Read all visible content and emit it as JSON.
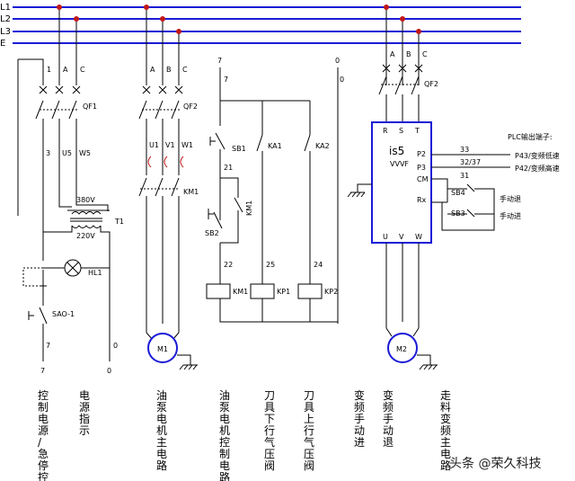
{
  "buses": [
    "L1",
    "L2",
    "L3",
    "E"
  ],
  "qf1": {
    "label": "QF1",
    "top_terms": [
      "1",
      "A",
      "C"
    ],
    "bot_terms": [
      "3",
      "U5",
      "W5"
    ]
  },
  "qf2_motor": {
    "label": "QF2",
    "top_terms": [
      "A",
      "B",
      "C"
    ],
    "bot_terms": [
      "U1",
      "V1",
      "W1"
    ]
  },
  "qf2_vfd": {
    "label": "QF2",
    "top_terms": [
      "A",
      "B",
      "C"
    ]
  },
  "km1_main": "KM1",
  "transformer": {
    "label": "T1",
    "primary": "380V",
    "secondary": "220V"
  },
  "lamp": "HL1",
  "estop": "SAO-1",
  "left_terms": {
    "t7": "7",
    "t0": "0",
    "b7": "7",
    "b0": "0"
  },
  "motor1": "M1",
  "motor2": "M2",
  "ctrl": {
    "top7": "7",
    "top0": "0",
    "n7": "7",
    "n0": "0",
    "sb1": "SB1",
    "sb2": "SB2",
    "km1_aux": "KM1",
    "n21": "21",
    "n22": "22",
    "n25": "25",
    "n24": "24",
    "ka1": "KA1",
    "ka2": "KA2",
    "coil_km1": "KM1",
    "coil_kp1": "KP1",
    "coil_kp2": "KP2"
  },
  "vfd": {
    "name": "is5",
    "sub": "VVVF",
    "in": [
      "R",
      "S",
      "T"
    ],
    "out": [
      "U",
      "V",
      "W"
    ],
    "ports": [
      "P2",
      "P3",
      "CM",
      "Rx"
    ],
    "wires": [
      "33",
      "32/37",
      "31"
    ],
    "sb4": "SB4",
    "sb3": "SB3"
  },
  "plc": {
    "title": "PLC输出端子:",
    "p43": "P43/变频低速",
    "p42": "P42/变频高速"
  },
  "manual": {
    "back": "手动退",
    "forward": "手动进"
  },
  "captions": [
    "控制电源/急停控制",
    "电源指示",
    "油泵电机主电路",
    "油泵电机控制电路",
    "刀具下行气压阀",
    "刀具上行气压阀",
    "变频手动进",
    "变频手动退",
    "走料变频主电路"
  ],
  "watermark": "头条 @荣久科技"
}
